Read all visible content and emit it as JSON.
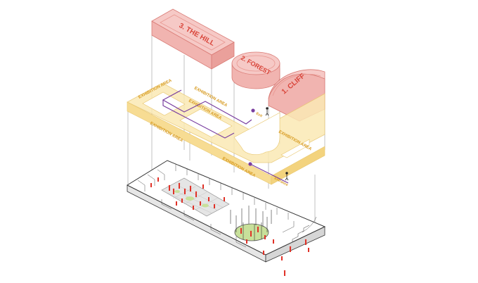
{
  "diagram": {
    "zones": [
      {
        "id": "hill",
        "label": "3. THE HILL"
      },
      {
        "id": "forest",
        "label": "2. FOREST"
      },
      {
        "id": "cliff",
        "label": "1. CLIFF"
      }
    ],
    "band_labels": [
      "EXHIBITION AREA",
      "EXHIBITION AREA",
      "EXHIBITION AREA",
      "EXHIBITION AREA",
      "EXHIBITION AREA",
      "EXHIBITION AREA"
    ],
    "circulation": {
      "exit_label": "Exit",
      "entrance_label": "Entrance"
    },
    "colors": {
      "zone_fill": "#f6c9c6",
      "zone_stroke": "#d97b75",
      "zone_text": "#d9453a",
      "band_fill": "#fbe9b5",
      "band_stroke": "#e8c66d",
      "band_text": "#d79a1f",
      "path": "#7a3fa0",
      "figure_red": "#e03127",
      "green_area": "#c8e09a"
    }
  }
}
